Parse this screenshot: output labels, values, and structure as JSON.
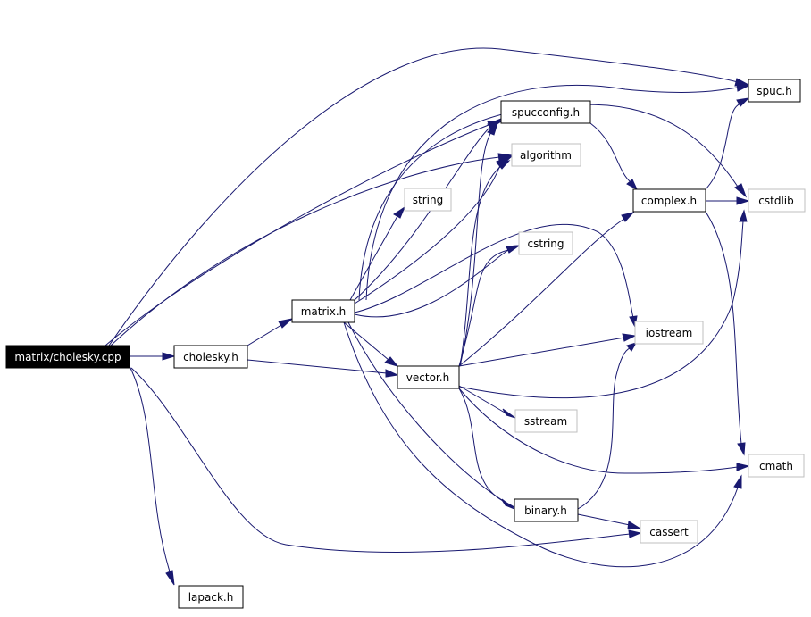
{
  "colors": {
    "edge": "#191970",
    "root_fill": "#000000",
    "root_text": "#ffffff",
    "documented_border": "#000000",
    "external_border": "#bfbfbf"
  },
  "nodes": {
    "root": "matrix/cholesky.cpp",
    "cholesky": "cholesky.h",
    "lapack": "lapack.h",
    "matrix": "matrix.h",
    "vector": "vector.h",
    "binary": "binary.h",
    "spucconfig": "spucconfig.h",
    "complex": "complex.h",
    "spuc": "spuc.h",
    "algorithm": "algorithm",
    "string": "string",
    "cstring": "cstring",
    "iostream": "iostream",
    "sstream": "sstream",
    "cstdlib": "cstdlib",
    "cmath": "cmath",
    "cassert": "cassert"
  }
}
